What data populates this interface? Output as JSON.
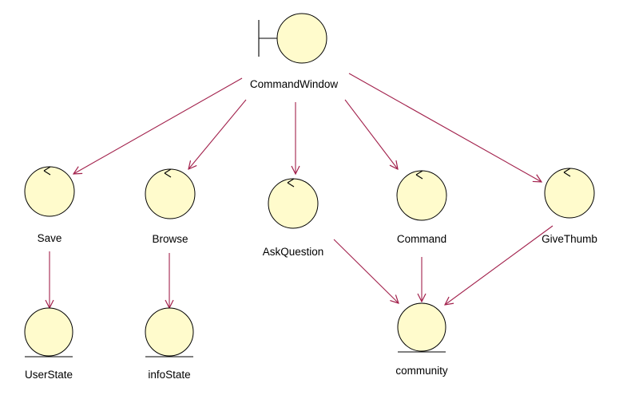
{
  "diagram": {
    "colors": {
      "node_fill": "#fffbcc",
      "outline": "#000000",
      "arrow": "#a2214c"
    },
    "nodes": {
      "command_window": {
        "label": "CommandWindow",
        "kind": "boundary"
      },
      "save": {
        "label": "Save",
        "kind": "control"
      },
      "browse": {
        "label": "Browse",
        "kind": "control"
      },
      "ask_question": {
        "label": "AskQuestion",
        "kind": "control"
      },
      "command": {
        "label": "Command",
        "kind": "control"
      },
      "give_thumb": {
        "label": "GiveThumb",
        "kind": "control"
      },
      "user_state": {
        "label": "UserState",
        "kind": "entity"
      },
      "info_state": {
        "label": "infoState",
        "kind": "entity"
      },
      "community": {
        "label": "community",
        "kind": "entity"
      }
    },
    "edges": [
      {
        "from": "CommandWindow",
        "to": "Save"
      },
      {
        "from": "CommandWindow",
        "to": "Browse"
      },
      {
        "from": "CommandWindow",
        "to": "AskQuestion"
      },
      {
        "from": "CommandWindow",
        "to": "Command"
      },
      {
        "from": "CommandWindow",
        "to": "GiveThumb"
      },
      {
        "from": "Save",
        "to": "UserState"
      },
      {
        "from": "Browse",
        "to": "infoState"
      },
      {
        "from": "AskQuestion",
        "to": "community"
      },
      {
        "from": "Command",
        "to": "community"
      },
      {
        "from": "GiveThumb",
        "to": "community"
      }
    ]
  }
}
